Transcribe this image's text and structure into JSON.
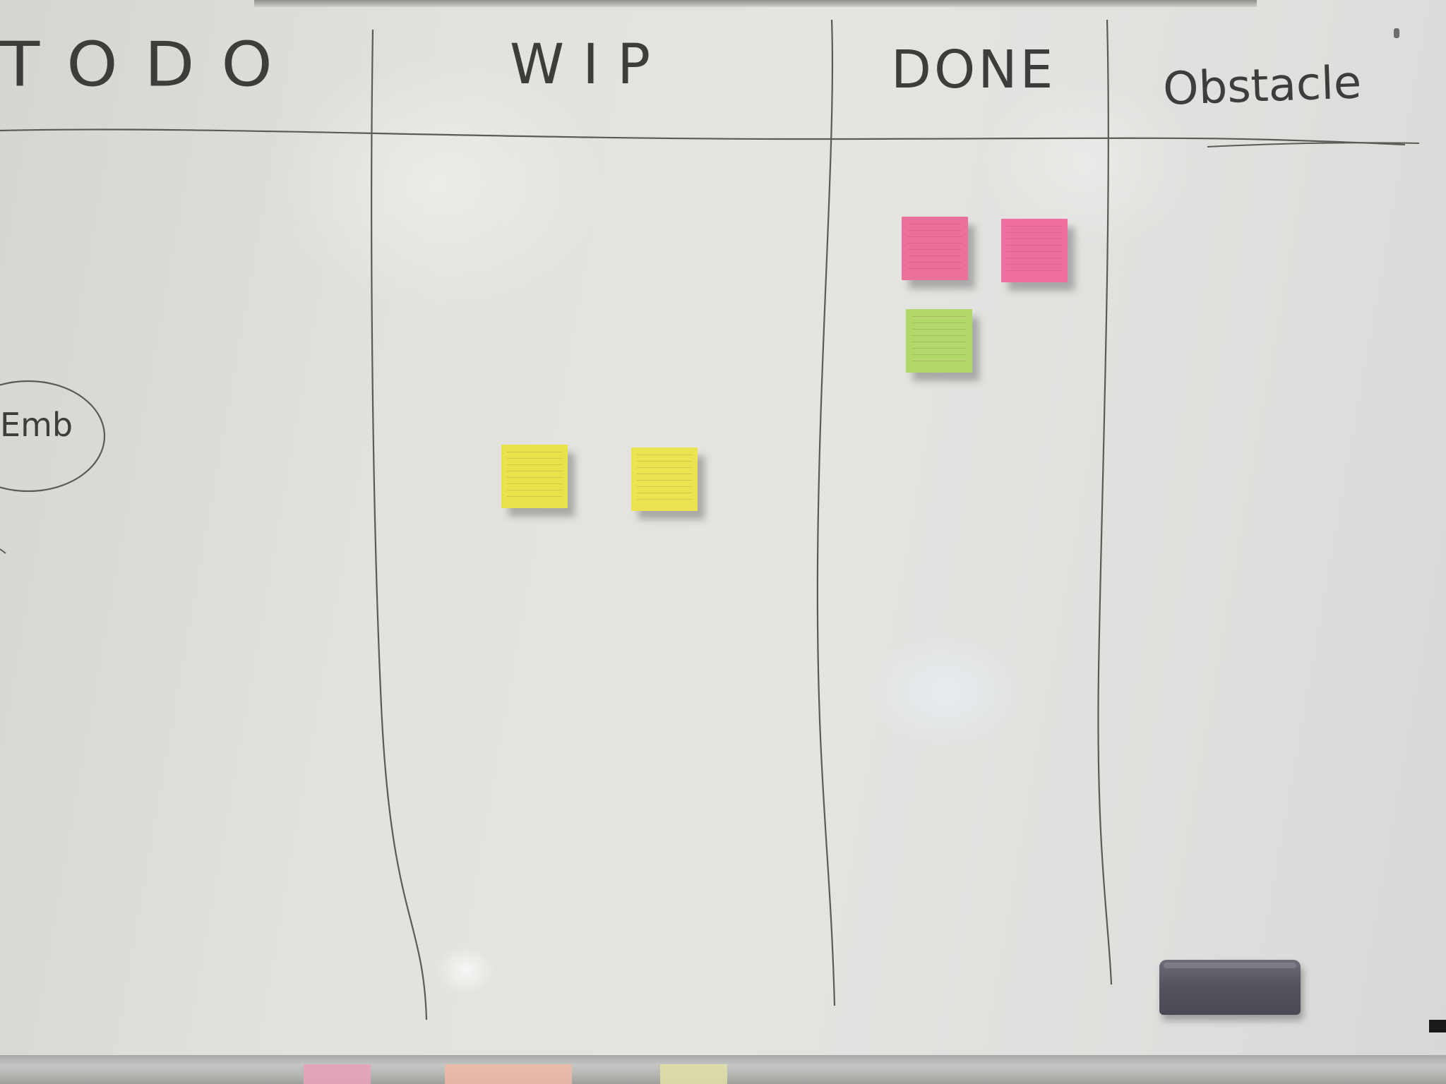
{
  "board": {
    "columns": [
      {
        "label": "TODO"
      },
      {
        "label": "WIP"
      },
      {
        "label": "DONE"
      },
      {
        "label": "Obstacle"
      }
    ],
    "side_note": "Emb"
  },
  "sticky_notes": [
    {
      "column": "WIP",
      "color": "#e8e34a"
    },
    {
      "column": "WIP",
      "color": "#ebe34f"
    },
    {
      "column": "DONE",
      "color": "#ec6f9c"
    },
    {
      "column": "DONE",
      "color": "#ee6f9f"
    },
    {
      "column": "DONE",
      "color": "#b3d86a"
    }
  ],
  "colors": {
    "ink": "#3d3d3b",
    "board": "#e1e1dd",
    "eraser": "#55545e"
  }
}
